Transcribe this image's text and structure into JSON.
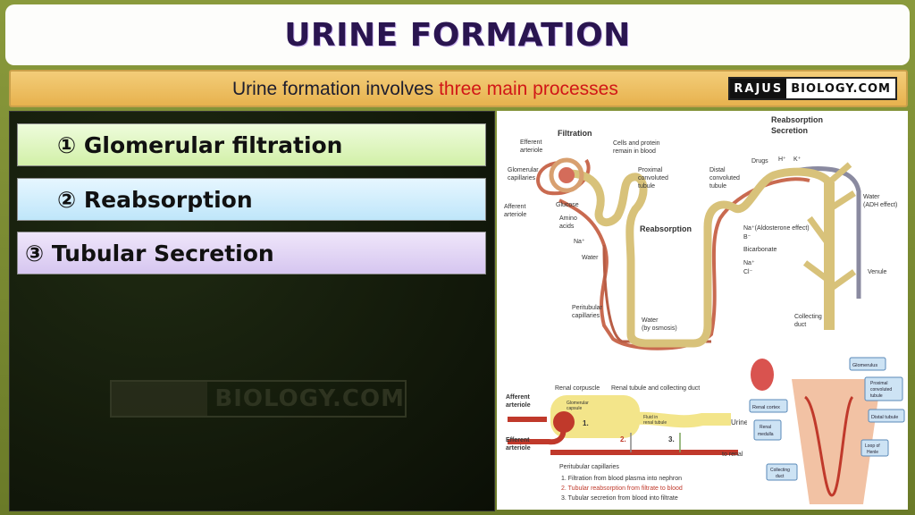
{
  "title": "URINE FORMATION",
  "subtitle": {
    "prefix": "Urine formation involves ",
    "highlight": "three main processes"
  },
  "brand": {
    "part1": "RAJUS",
    "part2": "BIOLOGY.COM"
  },
  "processes": [
    {
      "label": "① Glomerular filtration"
    },
    {
      "label": "② Reabsorption"
    },
    {
      "label": "③ Tubular Secretion"
    }
  ],
  "watermark": {
    "text": "BIOLOGY.COM"
  },
  "diagram_main": {
    "filtration": "Filtration",
    "efferent": [
      "Efferent",
      "arteriole"
    ],
    "glomerular": [
      "Glomerular",
      "capillaries"
    ],
    "afferent": [
      "Afferent",
      "arteriole"
    ],
    "cells": [
      "Cells and protein",
      "remain in blood"
    ],
    "proximal": [
      "Proximal",
      "convoluted",
      "tubule"
    ],
    "distal": [
      "Distal",
      "convoluted",
      "tubule"
    ],
    "reabs_secretion": [
      "Reabsorption",
      "Secretion"
    ],
    "drugs": "Drugs",
    "h": "H⁺",
    "k": "K⁺",
    "glucose": "Glucose",
    "amino": [
      "Amino",
      "acids"
    ],
    "na": "Na⁺",
    "water": "Water",
    "reabsorption": "Reabsorption",
    "na2": "Na⁺(Aldosterone effect)",
    "b": "B⁻",
    "bicarbonate": "Bicarbonate",
    "na3": "Na⁺",
    "cl": "Cl⁻",
    "water_adh": [
      "Water",
      "(ADH effect)"
    ],
    "venule": "Venule",
    "peritubular": [
      "Peritubular",
      "capillaries"
    ],
    "water_osmosis": [
      "Water",
      "(by osmosis)"
    ],
    "collecting": [
      "Collecting",
      "duct"
    ]
  },
  "diagram_small": {
    "renal_corpuscle": "Renal corpuscle",
    "renal_tubule": "Renal tubule and collecting duct",
    "afferent": [
      "Afferent",
      "arteriole"
    ],
    "efferent": [
      "Efferent",
      "arteriole"
    ],
    "glom_capsule": [
      "Glomerular",
      "capsule"
    ],
    "fluid": [
      "Fluid in",
      "renal tubule"
    ],
    "urine": "Urine",
    "to_renal": "to renal",
    "n1": "1.",
    "n2": "2.",
    "n3": "3.",
    "peritubular": "Peritubular capillaries",
    "legend": [
      "1. Filtration from blood plasma into nephron",
      "2. Tubular reabsorption from filtrate to blood",
      "3. Tubular secretion from blood into filtrate"
    ]
  },
  "diagram_kidney": {
    "glomerulus": "Glomerulus",
    "proximal": [
      "Proximal",
      "convoluted",
      "tubule"
    ],
    "renal_cortex": "Renal cortex",
    "distal": "Distal tubule",
    "renal_medulla": [
      "Renal",
      "medulla"
    ],
    "loop": [
      "Loop of",
      "Henle"
    ],
    "collecting": [
      "Collecting",
      "duct"
    ]
  },
  "colors": {
    "title": "#2a1550",
    "highlight": "#d11717",
    "tubule": "#d8c27a",
    "blood": "#c0392b"
  }
}
